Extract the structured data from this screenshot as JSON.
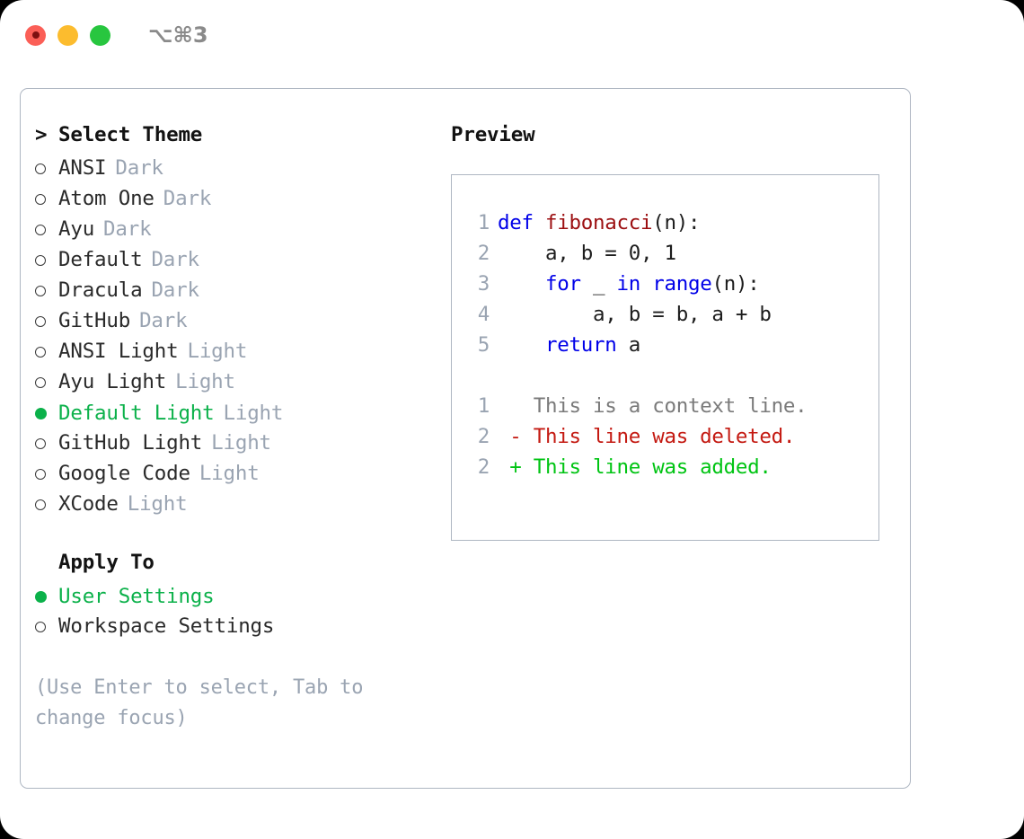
{
  "window": {
    "title": "⌥⌘3",
    "traffic_lights": [
      {
        "name": "close",
        "color": "#fb5f57"
      },
      {
        "name": "minimize",
        "color": "#fcbc2e"
      },
      {
        "name": "maximize",
        "color": "#28c63f"
      }
    ]
  },
  "theme_picker": {
    "heading": "Select Theme",
    "caret": ">",
    "marker_selected": "●",
    "marker_unselected": "○",
    "items": [
      {
        "name": "ANSI",
        "tag": "Dark",
        "selected": false
      },
      {
        "name": "Atom One",
        "tag": "Dark",
        "selected": false
      },
      {
        "name": "Ayu",
        "tag": "Dark",
        "selected": false
      },
      {
        "name": "Default",
        "tag": "Dark",
        "selected": false
      },
      {
        "name": "Dracula",
        "tag": "Dark",
        "selected": false
      },
      {
        "name": "GitHub",
        "tag": "Dark",
        "selected": false
      },
      {
        "name": "ANSI Light",
        "tag": "Light",
        "selected": false
      },
      {
        "name": "Ayu Light",
        "tag": "Light",
        "selected": false
      },
      {
        "name": "Default Light",
        "tag": "Light",
        "selected": true
      },
      {
        "name": "GitHub Light",
        "tag": "Light",
        "selected": false
      },
      {
        "name": "Google Code",
        "tag": "Light",
        "selected": false
      },
      {
        "name": "XCode",
        "tag": "Light",
        "selected": false
      }
    ]
  },
  "apply_to": {
    "heading": "Apply To",
    "items": [
      {
        "name": "User Settings",
        "selected": true
      },
      {
        "name": "Workspace Settings",
        "selected": false
      }
    ]
  },
  "hint": "(Use Enter to select, Tab to change focus)",
  "preview": {
    "title": "Preview",
    "code_lines": [
      {
        "num": "1",
        "tokens": [
          {
            "t": "def ",
            "c": "kw"
          },
          {
            "t": "fibonacci",
            "c": "fn"
          },
          {
            "t": "(n):",
            "c": "pl"
          }
        ]
      },
      {
        "num": "2",
        "tokens": [
          {
            "t": "    a, b = 0, 1",
            "c": "pl"
          }
        ]
      },
      {
        "num": "3",
        "tokens": [
          {
            "t": "    ",
            "c": "pl"
          },
          {
            "t": "for",
            "c": "kw"
          },
          {
            "t": " _ ",
            "c": "pl"
          },
          {
            "t": "in",
            "c": "kw"
          },
          {
            "t": " ",
            "c": "pl"
          },
          {
            "t": "range",
            "c": "kw"
          },
          {
            "t": "(n):",
            "c": "pl"
          }
        ]
      },
      {
        "num": "4",
        "tokens": [
          {
            "t": "        a, b = b, a + b",
            "c": "pl"
          }
        ]
      },
      {
        "num": "5",
        "tokens": [
          {
            "t": "    ",
            "c": "pl"
          },
          {
            "t": "return",
            "c": "kw"
          },
          {
            "t": " a",
            "c": "pl"
          }
        ]
      }
    ],
    "diff_lines": [
      {
        "num": "1",
        "tokens": [
          {
            "t": "   This is a context line.",
            "c": "ctx"
          }
        ]
      },
      {
        "num": "2",
        "tokens": [
          {
            "t": " - This line was deleted.",
            "c": "del"
          }
        ]
      },
      {
        "num": "2",
        "tokens": [
          {
            "t": " + This line was added.",
            "c": "add"
          }
        ]
      }
    ]
  },
  "colors": {
    "accent_green": "#0bb14a",
    "muted": "#9aa4b2",
    "keyword_blue": "#0000e8",
    "function_red": "#9c0f11",
    "diff_deleted": "#c41a12",
    "diff_added": "#00c413",
    "border": "#aeb6c2"
  }
}
